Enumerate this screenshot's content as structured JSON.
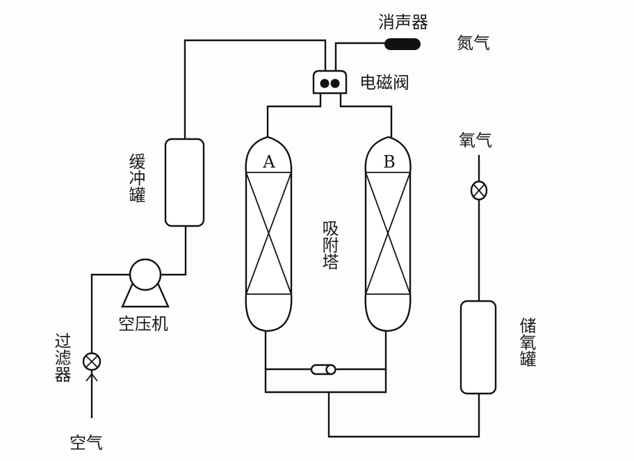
{
  "diagram": {
    "title": "",
    "type": "PSA oxygen generation process flow",
    "labels": {
      "air": "空气",
      "filter": "过滤器",
      "compressor": "空压机",
      "buffer_tank": "缓冲罐",
      "muffler": "消声器",
      "nitrogen": "氮气",
      "solenoid_valve": "电磁阀",
      "adsorption_tower": "吸附塔",
      "tower_a": "A",
      "tower_b": "B",
      "oxygen": "氧气",
      "oxygen_tank": "储氧罐"
    },
    "components": [
      {
        "id": "air-inlet",
        "label_key": "air"
      },
      {
        "id": "filter",
        "label_key": "filter"
      },
      {
        "id": "compressor",
        "label_key": "compressor"
      },
      {
        "id": "buffer-tank",
        "label_key": "buffer_tank"
      },
      {
        "id": "solenoid-valve",
        "label_key": "solenoid_valve"
      },
      {
        "id": "muffler",
        "label_key": "muffler"
      },
      {
        "id": "tower-a",
        "label_key": "tower_a"
      },
      {
        "id": "tower-b",
        "label_key": "tower_b"
      },
      {
        "id": "check-valve"
      },
      {
        "id": "oxygen-tank",
        "label_key": "oxygen_tank"
      },
      {
        "id": "oxygen-valve"
      }
    ],
    "flows": [
      {
        "from": "air-inlet",
        "to": "filter"
      },
      {
        "from": "filter",
        "to": "compressor"
      },
      {
        "from": "compressor",
        "to": "buffer-tank"
      },
      {
        "from": "buffer-tank",
        "to": "solenoid-valve"
      },
      {
        "from": "solenoid-valve",
        "to": "muffler",
        "note_key": "nitrogen"
      },
      {
        "from": "solenoid-valve",
        "to": "tower-a"
      },
      {
        "from": "solenoid-valve",
        "to": "tower-b"
      },
      {
        "from": "tower-a",
        "to": "check-valve"
      },
      {
        "from": "tower-b",
        "to": "check-valve"
      },
      {
        "from": "tower-a",
        "to": "oxygen-tank"
      },
      {
        "from": "tower-b",
        "to": "oxygen-tank"
      },
      {
        "from": "oxygen-tank",
        "to": "oxygen-valve",
        "note_key": "oxygen"
      }
    ]
  }
}
